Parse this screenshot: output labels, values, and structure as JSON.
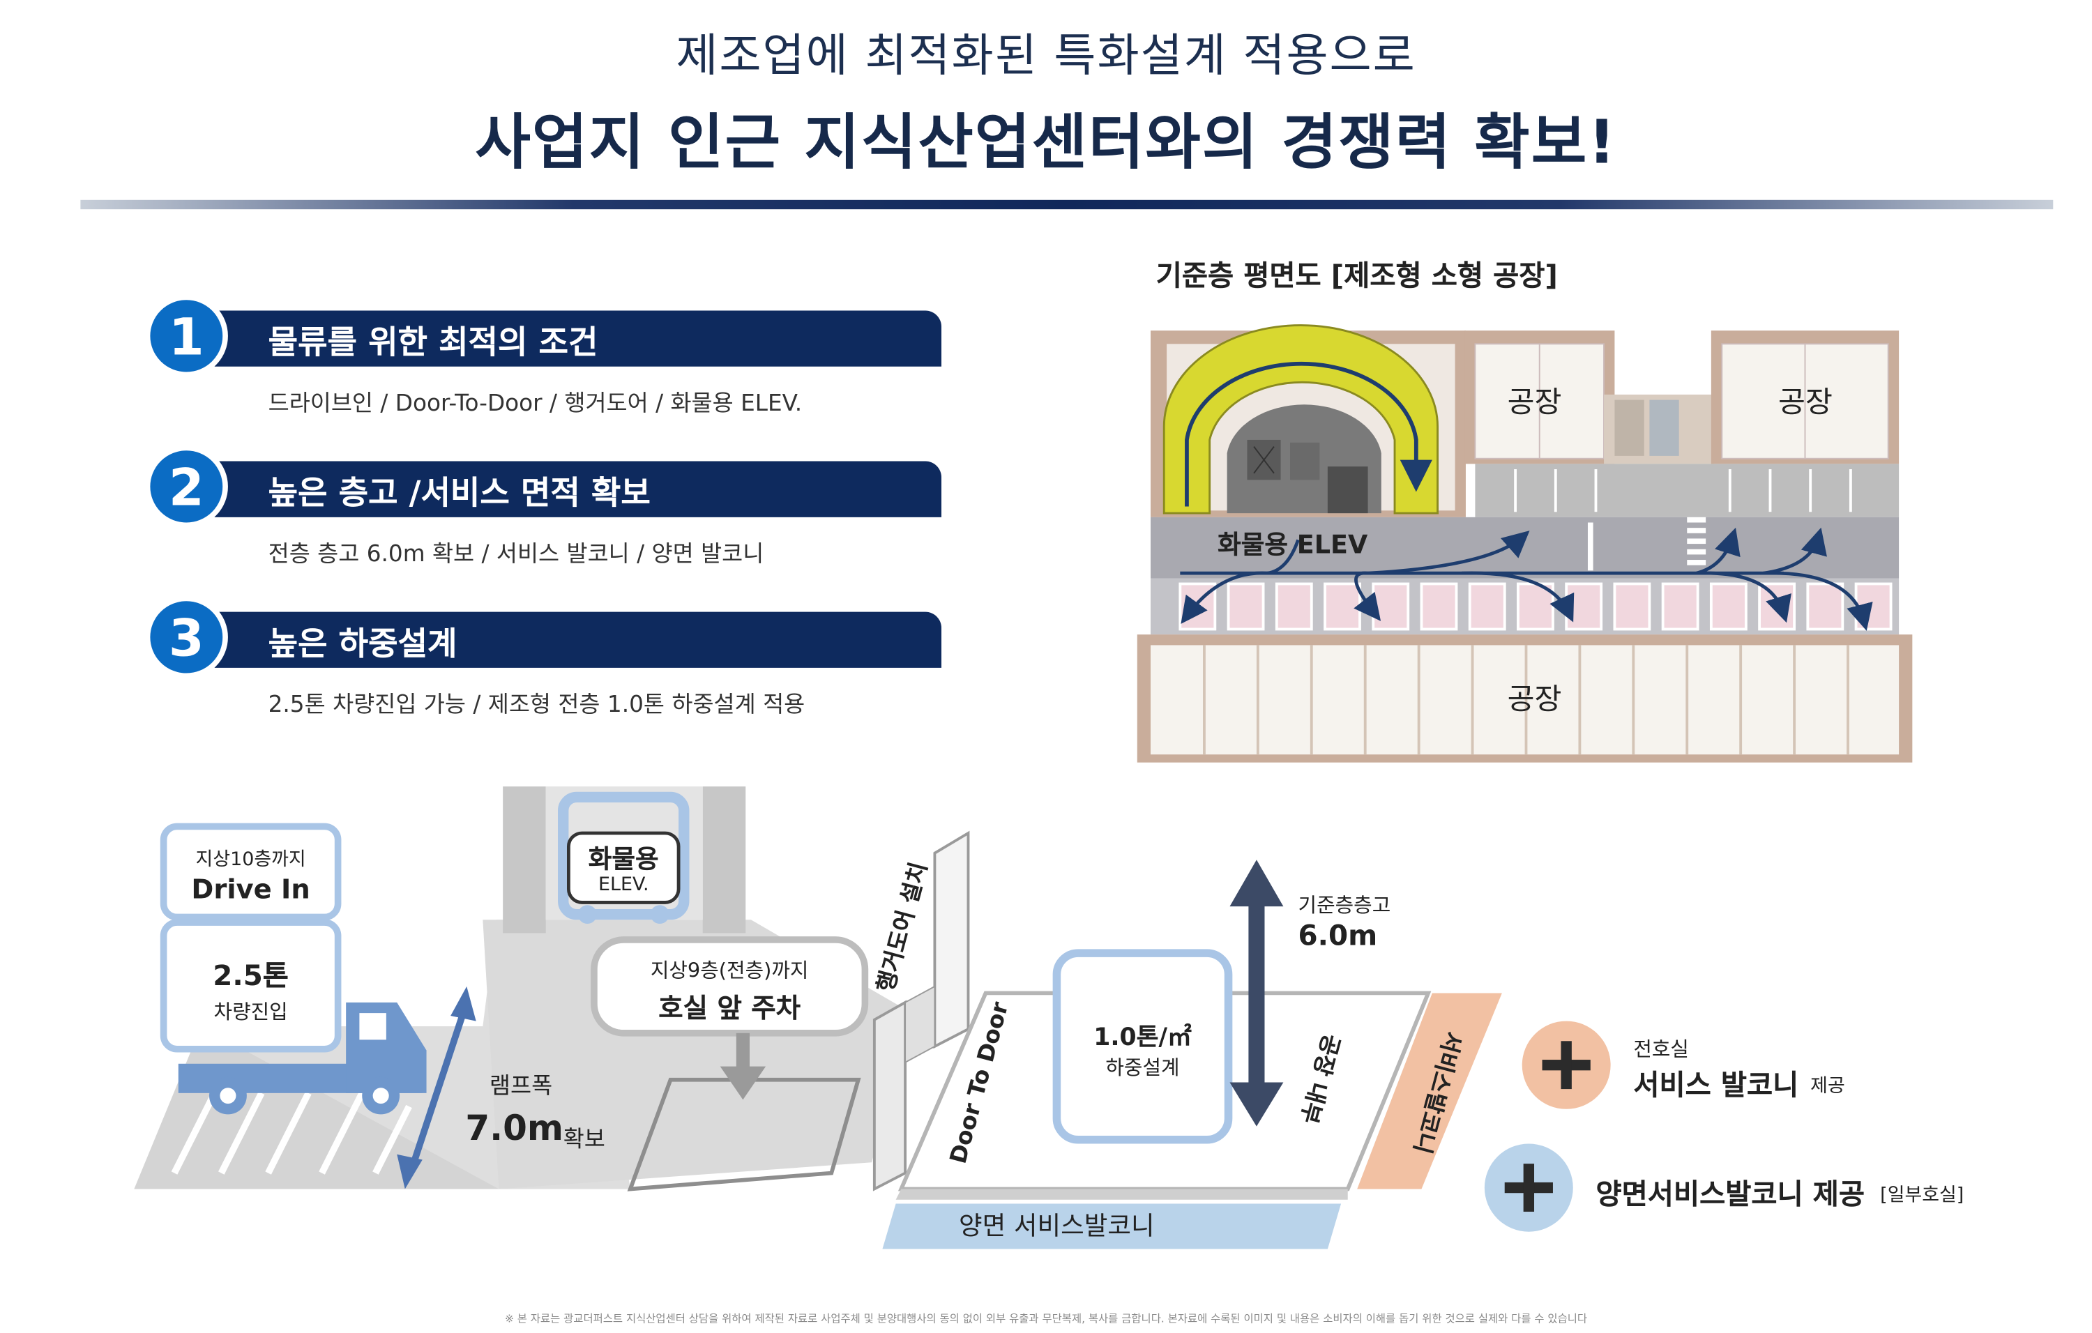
{
  "header": {
    "line1": "제조업에 최적화된 특화설계 적용으로",
    "line2": "사업지 인근 지식산업센터와의 경쟁력 확보!"
  },
  "features": [
    {
      "number": "1",
      "title": "물류를 위한 최적의 조건",
      "desc": "드라이브인 / Door-To-Door / 행거도어 / 화물용 ELEV."
    },
    {
      "number": "2",
      "title": "높은 층고 /서비스 면적 확보",
      "desc": "전층 층고 6.0m 확보 / 서비스 발코니 / 양면 발코니"
    },
    {
      "number": "3",
      "title": "높은 하중설계",
      "desc": "2.5톤 차량진입 가능 / 제조형 전층 1.0톤 하중설계 적용"
    }
  ],
  "floorplan": {
    "title": "기준층 평면도 [제조형 소형 공장]",
    "factory_label": "공장",
    "elev_label": "화물용 ELEV"
  },
  "illustration": {
    "drive_in_top": "지상10층까지",
    "drive_in_main": "Drive In",
    "truck_top": "2.5톤",
    "truck_bottom": "차량진입",
    "elev_top": "화물용",
    "elev_bottom": "ELEV.",
    "parking_top": "지상9층(전층)까지",
    "parking_main": "호실 앞 주차",
    "ramp_top": "램프폭",
    "ramp_value": "7.0m",
    "ramp_suffix": "확보",
    "hanger": "행거도어 설치",
    "door": "Door To Door",
    "load_value": "1.0톤/㎡",
    "load_label": "하중설계",
    "factory_inside": "공장 내부",
    "service_balcony": "서비스발코니",
    "height_top": "기준층층고",
    "height_value": "6.0m",
    "both_balcony": "양면 서비스발코니"
  },
  "benefits": [
    {
      "top": "전호실",
      "main": "서비스 발코니",
      "suffix": "제공"
    },
    {
      "main": "양면서비스발코니 제공",
      "suffix": "[일부호실]"
    }
  ],
  "footnote": "※ 본 자료는 광교더퍼스트 지식산업센터 상담을 위하여 제작된 자료로 사업주체 및 분양대행사의 동의 없이 외부 유출과 무단복제, 복사를 금합니다. 본자료에 수록된 이미지 및 내용은 소비자의 이해를 돕기 위한 것으로 실제와 다를 수 있습니다",
  "colors": {
    "navy": "#0e2a5e",
    "blue_circle": "#0b6cc4",
    "ramp_yellow": "#d8d830",
    "balcony_peach": "#f2c1a3",
    "balcony_blue": "#b9d3ea",
    "arrow_blue": "#4b72b0"
  }
}
